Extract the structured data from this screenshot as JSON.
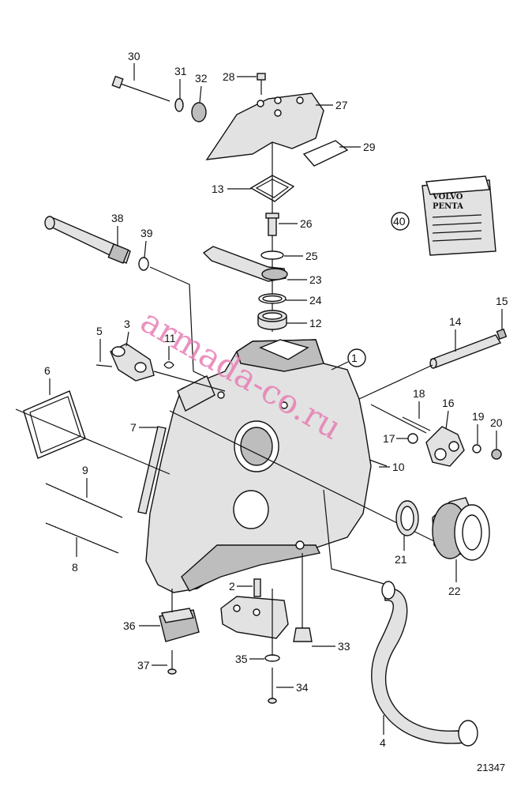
{
  "drawing_number": "21347",
  "watermark": "armada-co.ru",
  "logo_text": [
    "VOLVO",
    "PENTA"
  ],
  "callouts": {
    "c1": "1",
    "c2": "2",
    "c3": "3",
    "c4": "4",
    "c5": "5",
    "c6": "6",
    "c7": "7",
    "c8": "8",
    "c9": "9",
    "c10": "10",
    "c11": "11",
    "c12": "12",
    "c13": "13",
    "c14": "14",
    "c15": "15",
    "c16": "16",
    "c17": "17",
    "c18": "18",
    "c19": "19",
    "c20": "20",
    "c21": "21",
    "c22": "22",
    "c23": "23",
    "c24": "24",
    "c25": "25",
    "c26": "26",
    "c27": "27",
    "c28": "28",
    "c29": "29",
    "c30": "30",
    "c31": "31",
    "c32": "32",
    "c33": "33",
    "c34": "34",
    "c35": "35",
    "c36": "36",
    "c37": "37",
    "c38": "38",
    "c39": "39",
    "c40": "40"
  }
}
